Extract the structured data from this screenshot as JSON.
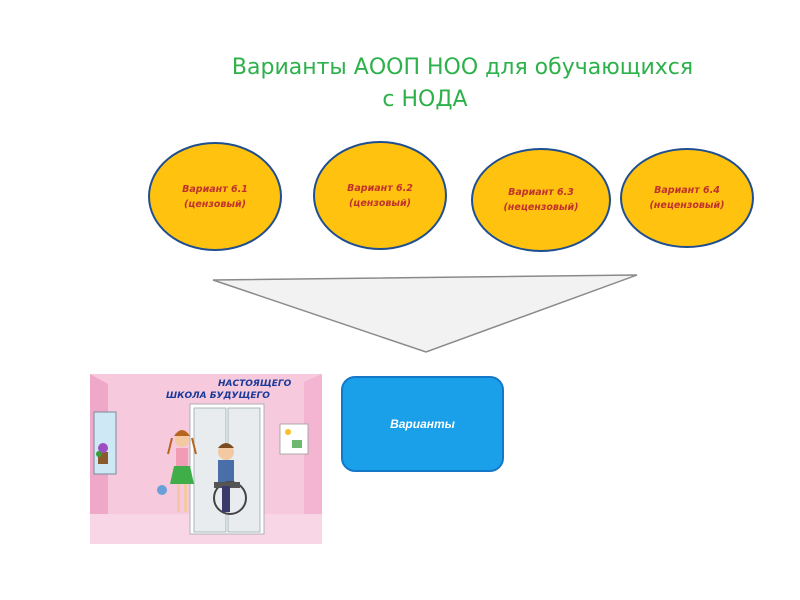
{
  "title": {
    "line1": "Варианты АООП НОО для обучающихся",
    "line2": "с НОДА"
  },
  "variants": [
    {
      "label": "Вариант 6.1\n(цензовый)"
    },
    {
      "label": "Вариант 6.2\n(цензовый)"
    },
    {
      "label": "Вариант 6.3\n(нецензовый)"
    },
    {
      "label": "Вариант 6.4\n(нецензовый)"
    }
  ],
  "result_box": {
    "label": "Варианты"
  },
  "illustration": {
    "sign_line1": "НАСТОЯЩЕГО",
    "sign_line2": "ШКОЛА  БУДУЩЕГО"
  },
  "colors": {
    "title": "#2db14a",
    "ellipse_fill": "#ffc20f",
    "ellipse_text": "#c0322d",
    "box_fill": "#1aa0e8"
  }
}
